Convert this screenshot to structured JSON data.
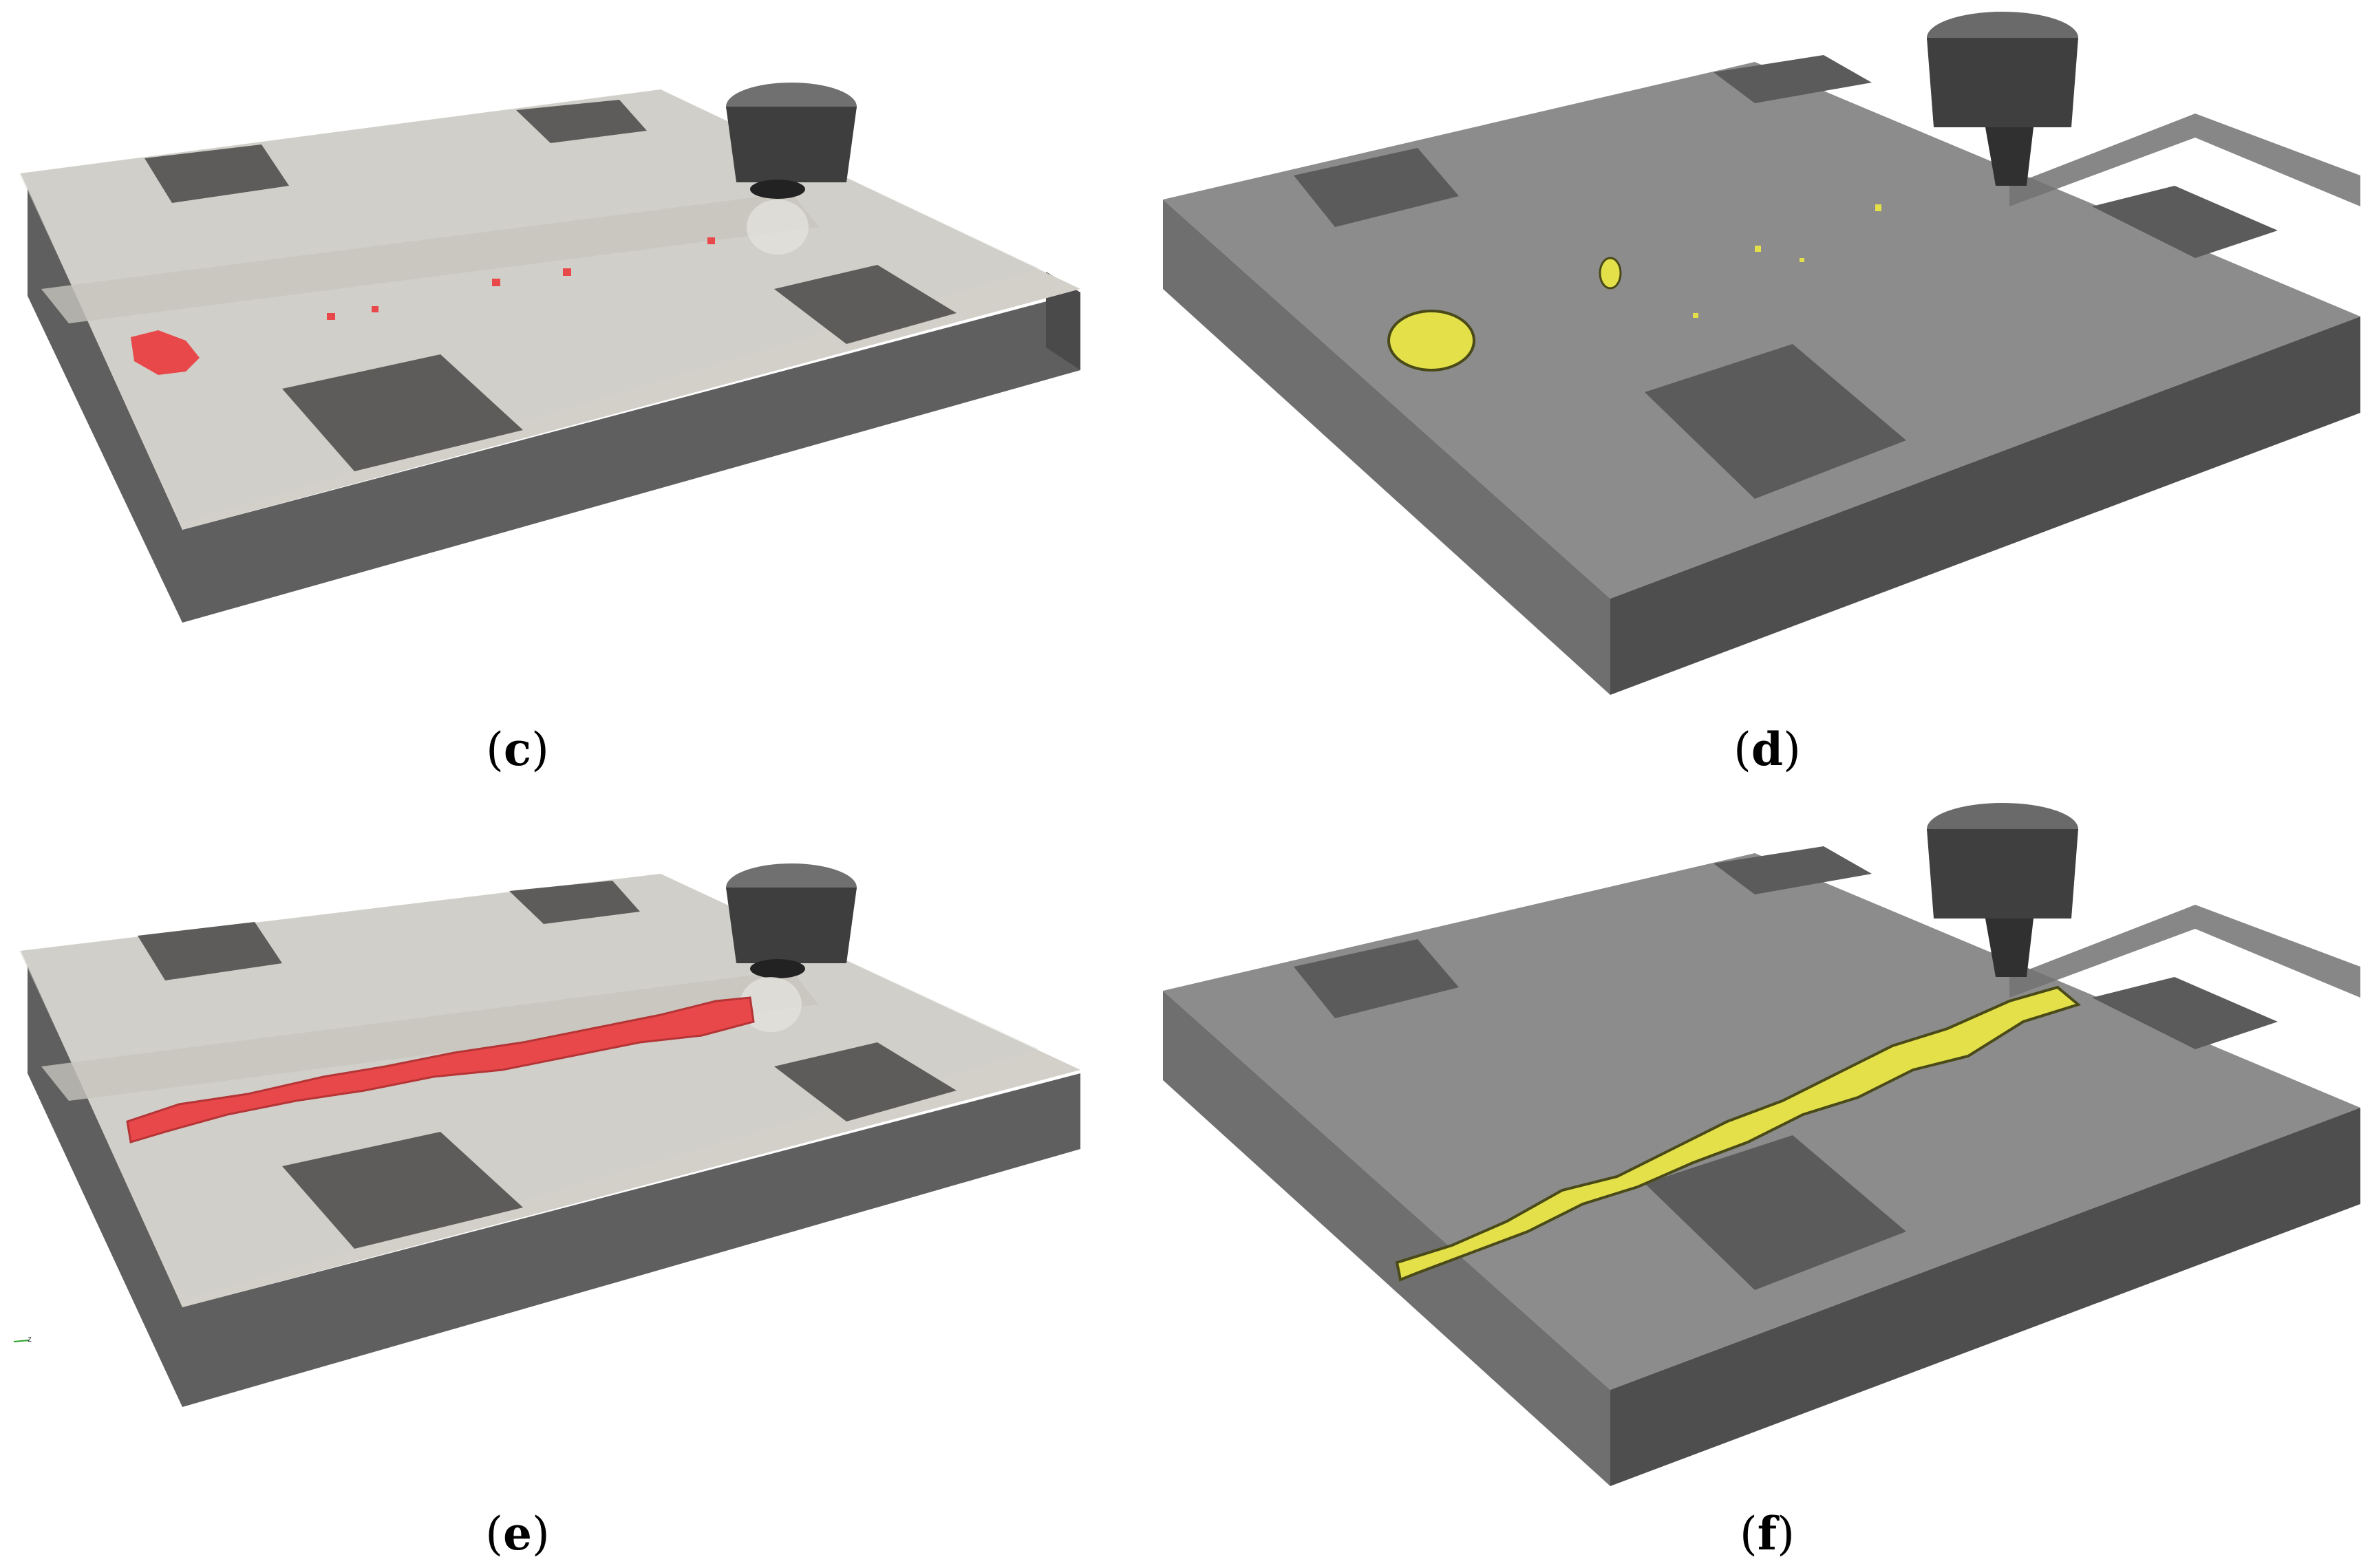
{
  "figure": {
    "panels": [
      {
        "id": "c",
        "label_open": "(",
        "label_letter": "c",
        "label_close": ")",
        "style": "light-sand",
        "bead": "particles",
        "bead_color": "#e8484a"
      },
      {
        "id": "d",
        "label_open": "(",
        "label_letter": "d",
        "label_close": ")",
        "style": "gray-mesh",
        "bead": "particles",
        "bead_color": "#e3e04a"
      },
      {
        "id": "e",
        "label_open": "(",
        "label_letter": "e",
        "label_close": ")",
        "style": "light-sand",
        "bead": "line",
        "bead_color": "#e8484a"
      },
      {
        "id": "f",
        "label_open": "(",
        "label_letter": "f",
        "label_close": ")",
        "style": "gray-mesh",
        "bead": "line",
        "bead_color": "#e3e04a"
      }
    ],
    "axis_label": "z"
  }
}
